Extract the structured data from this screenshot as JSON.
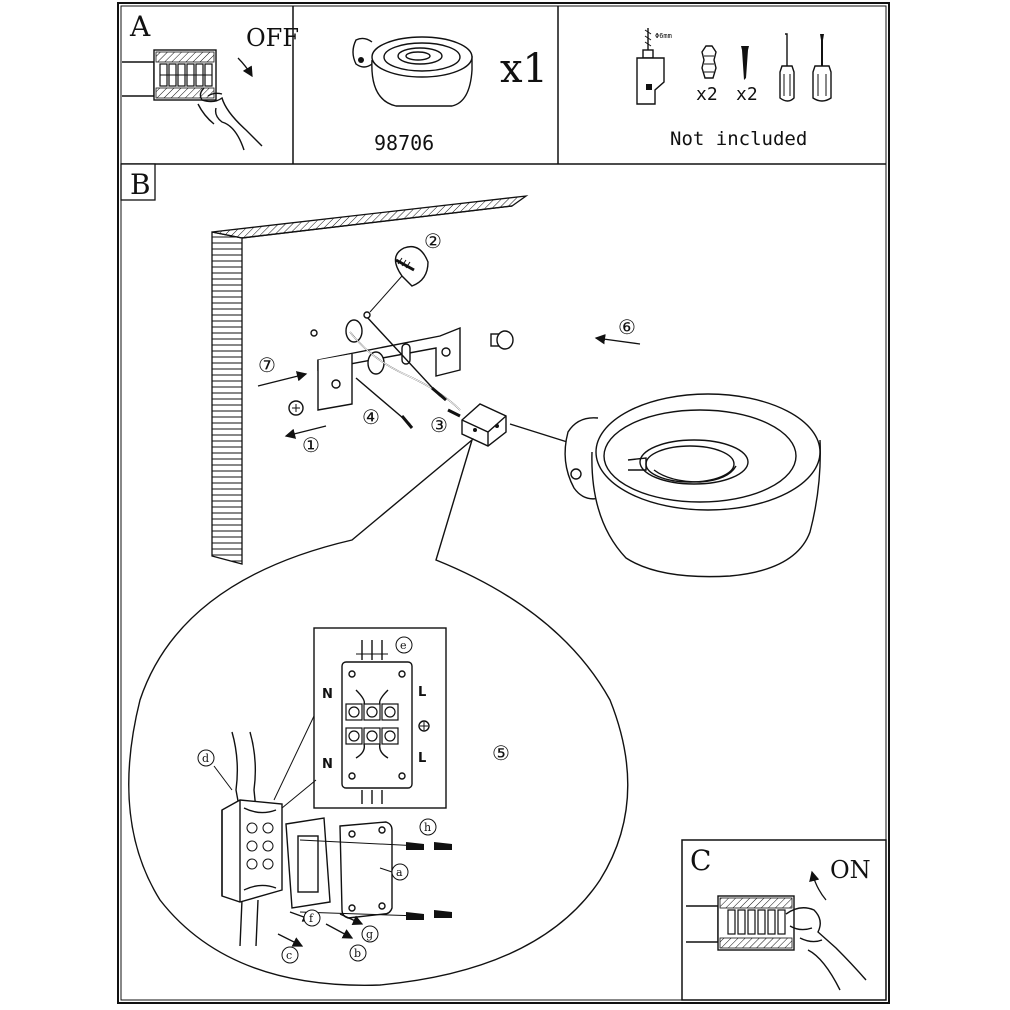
{
  "panel_a": {
    "letter": "A",
    "switch_state": "OFF",
    "product_code": "98706",
    "quantity": "x1",
    "tools": {
      "drill_size": "Φ6mm",
      "plug_qty": "x2",
      "screw_qty": "x2",
      "note": "Not included"
    }
  },
  "panel_b": {
    "letter": "B",
    "steps": [
      "①",
      "②",
      "③",
      "④",
      "⑤",
      "⑥",
      "⑦"
    ],
    "parts": [
      "a",
      "b",
      "c",
      "d",
      "e",
      "f",
      "g",
      "h"
    ],
    "terminal_labels": {
      "n_top": "N",
      "l_top": "L",
      "n_bottom": "N",
      "l_bottom": "L"
    }
  },
  "panel_c": {
    "letter": "C",
    "switch_state": "ON"
  }
}
